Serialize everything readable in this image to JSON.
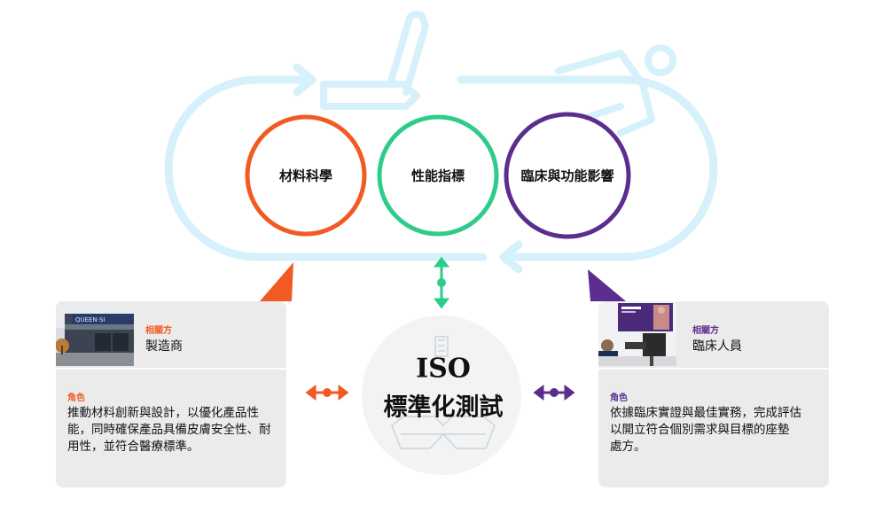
{
  "colors": {
    "orange": "#f15a22",
    "green": "#2ecc8a",
    "purple": "#5b2d8e",
    "light_blue": "#d6f1fb",
    "card_bg": "#ebebeb"
  },
  "cycle": {
    "circles": [
      {
        "label": "材料科學"
      },
      {
        "label": "性能指標"
      },
      {
        "label": "臨床與功能影響"
      }
    ]
  },
  "iso": {
    "title": "ISO",
    "subtitle": "標準化測試"
  },
  "manufacturer_card": {
    "stakeholder_label": "相關方",
    "stakeholder_name": "製造商",
    "role_label": "角色",
    "role_lines": [
      "推動材料創新與設計，以優化產品性",
      "能，同時確保產品具備皮膚安全性、耐",
      "用性，並符合醫療標準。"
    ],
    "photo_icon": "factory-building-photo"
  },
  "clinician_card": {
    "stakeholder_label": "相關方",
    "stakeholder_name": "臨床人員",
    "role_label": "角色",
    "role_lines": [
      "依據臨床實證與最佳實務，完成評估",
      "以開立符合個別需求與目標的座墊",
      "處方。"
    ],
    "photo_icon": "clinicians-presentation-photo"
  }
}
